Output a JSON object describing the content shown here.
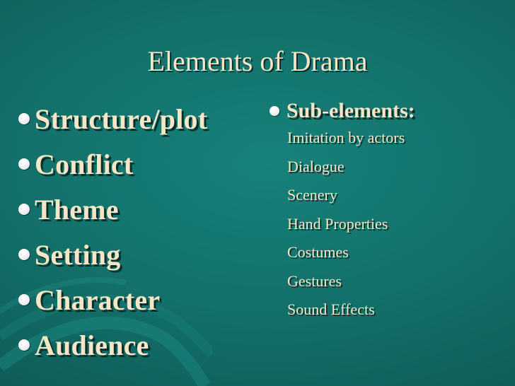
{
  "slide": {
    "title": "Elements of Drama",
    "left_items": [
      "Structure/plot",
      "Conflict",
      "Theme",
      "Setting",
      "Character",
      "Audience"
    ],
    "right_heading": "Sub-elements:",
    "sub_items": [
      "Imitation by actors",
      "Dialogue",
      "Scenery",
      "Hand Properties",
      "Costumes",
      "Gestures",
      "Sound Effects"
    ]
  },
  "colors": {
    "background": "#136f69",
    "text": "#f4e6c6",
    "bullet": "#ffffff"
  }
}
